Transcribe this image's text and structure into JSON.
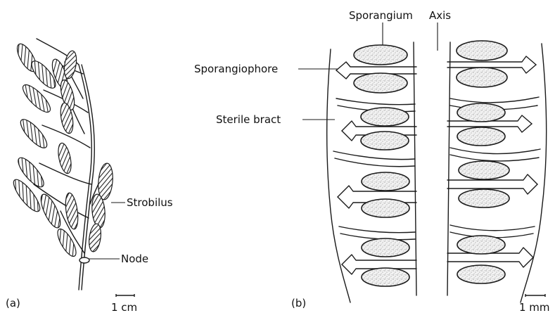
{
  "panel_a": {
    "letter": "(a)",
    "labels": {
      "strobilus": "Strobilus",
      "node": "Node"
    },
    "scale": "1 cm"
  },
  "panel_b": {
    "letter": "(b)",
    "labels": {
      "sporangium": "Sporangium",
      "axis": "Axis",
      "sporangiophore": "Sporangiophore",
      "sterile_bract": "Sterile bract"
    },
    "scale": "1 mm"
  }
}
